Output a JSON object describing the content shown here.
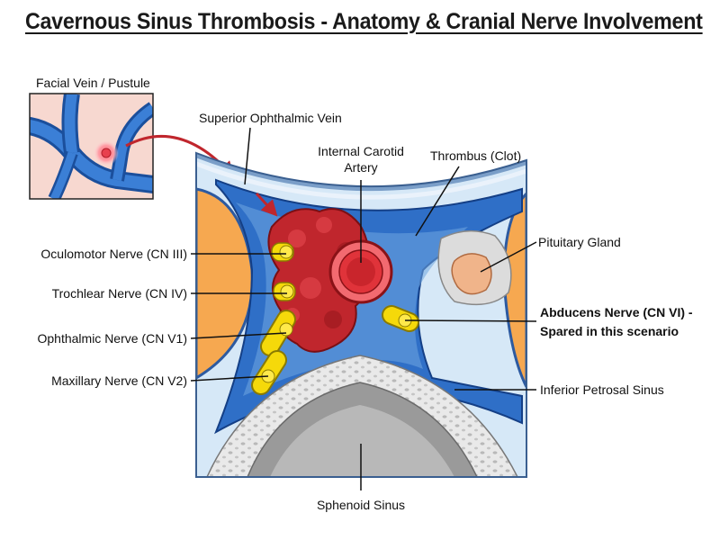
{
  "title": "Cavernous Sinus Thrombosis - Anatomy & Cranial Nerve Involvement",
  "inset": {
    "label": "Facial Vein / Pustule"
  },
  "labels": {
    "superior_ophthalmic_vein": "Superior Ophthalmic Vein",
    "internal_carotid_line1": "Internal Carotid",
    "internal_carotid_line2": "Artery",
    "thrombus": "Thrombus (Clot)",
    "pituitary": "Pituitary Gland",
    "oculomotor": "Oculomotor Nerve (CN III)",
    "trochlear": "Trochlear Nerve (CN IV)",
    "ophthalmic": "Ophthalmic Nerve (CN V1)",
    "maxillary": "Maxillary Nerve (CN V2)",
    "abducens_line1": "Abducens Nerve (CN VI) -",
    "abducens_line2": "Spared in this scenario",
    "inferior_petrosal": "Inferior Petrosal Sinus",
    "sphenoid": "Sphenoid Sinus"
  },
  "colors": {
    "vein_blue": "#2f6fc7",
    "vein_light": "#6fa6e0",
    "clot_red": "#c0262d",
    "artery_red": "#e0333a",
    "nerve_yellow": "#f5d90a",
    "pituitary_tan": "#f0b48a",
    "orange_tissue": "#f6a850",
    "skin_pink": "#f7d8d0",
    "bone_gray": "#9a9a9a"
  }
}
